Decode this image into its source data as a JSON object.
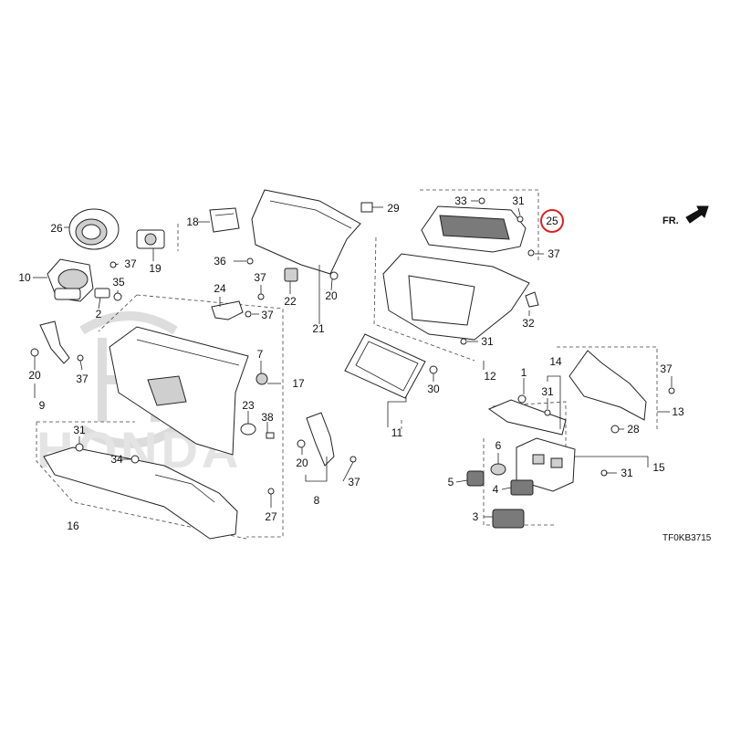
{
  "diagram": {
    "drawing_code": "TF0KB3715",
    "direction_label": "FR.",
    "highlight_color": "#e02020",
    "highlighted_callout": "25",
    "watermark_text": "HONDA",
    "callouts": [
      {
        "id": "c26",
        "label": "26"
      },
      {
        "id": "c18",
        "label": "18"
      },
      {
        "id": "c19",
        "label": "19"
      },
      {
        "id": "c37a",
        "label": "37"
      },
      {
        "id": "c10",
        "label": "10"
      },
      {
        "id": "c35",
        "label": "35"
      },
      {
        "id": "c2",
        "label": "2"
      },
      {
        "id": "c20a",
        "label": "20"
      },
      {
        "id": "c9",
        "label": "9"
      },
      {
        "id": "c37b",
        "label": "37"
      },
      {
        "id": "c36",
        "label": "36"
      },
      {
        "id": "c29",
        "label": "29"
      },
      {
        "id": "c37c",
        "label": "37"
      },
      {
        "id": "c22",
        "label": "22"
      },
      {
        "id": "c20b",
        "label": "20"
      },
      {
        "id": "c21",
        "label": "21"
      },
      {
        "id": "c24",
        "label": "24"
      },
      {
        "id": "c37d",
        "label": "37"
      },
      {
        "id": "c7",
        "label": "7"
      },
      {
        "id": "c17",
        "label": "17"
      },
      {
        "id": "c23",
        "label": "23"
      },
      {
        "id": "c38",
        "label": "38"
      },
      {
        "id": "c31a",
        "label": "31"
      },
      {
        "id": "c34",
        "label": "34"
      },
      {
        "id": "c16",
        "label": "16"
      },
      {
        "id": "c27",
        "label": "27"
      },
      {
        "id": "c20c",
        "label": "20"
      },
      {
        "id": "c8",
        "label": "8"
      },
      {
        "id": "c37e",
        "label": "37"
      },
      {
        "id": "c11",
        "label": "11"
      },
      {
        "id": "c30",
        "label": "30"
      },
      {
        "id": "c33",
        "label": "33"
      },
      {
        "id": "c31b",
        "label": "31"
      },
      {
        "id": "c25",
        "label": "25"
      },
      {
        "id": "c37f",
        "label": "37"
      },
      {
        "id": "c32",
        "label": "32"
      },
      {
        "id": "c31c",
        "label": "31"
      },
      {
        "id": "c12",
        "label": "12"
      },
      {
        "id": "c14",
        "label": "14"
      },
      {
        "id": "c1",
        "label": "1"
      },
      {
        "id": "c31d",
        "label": "31"
      },
      {
        "id": "c37g",
        "label": "37"
      },
      {
        "id": "c13",
        "label": "13"
      },
      {
        "id": "c28",
        "label": "28"
      },
      {
        "id": "c6",
        "label": "6"
      },
      {
        "id": "c5",
        "label": "5"
      },
      {
        "id": "c4",
        "label": "4"
      },
      {
        "id": "c3",
        "label": "3"
      },
      {
        "id": "c31e",
        "label": "31"
      },
      {
        "id": "c15",
        "label": "15"
      }
    ]
  }
}
